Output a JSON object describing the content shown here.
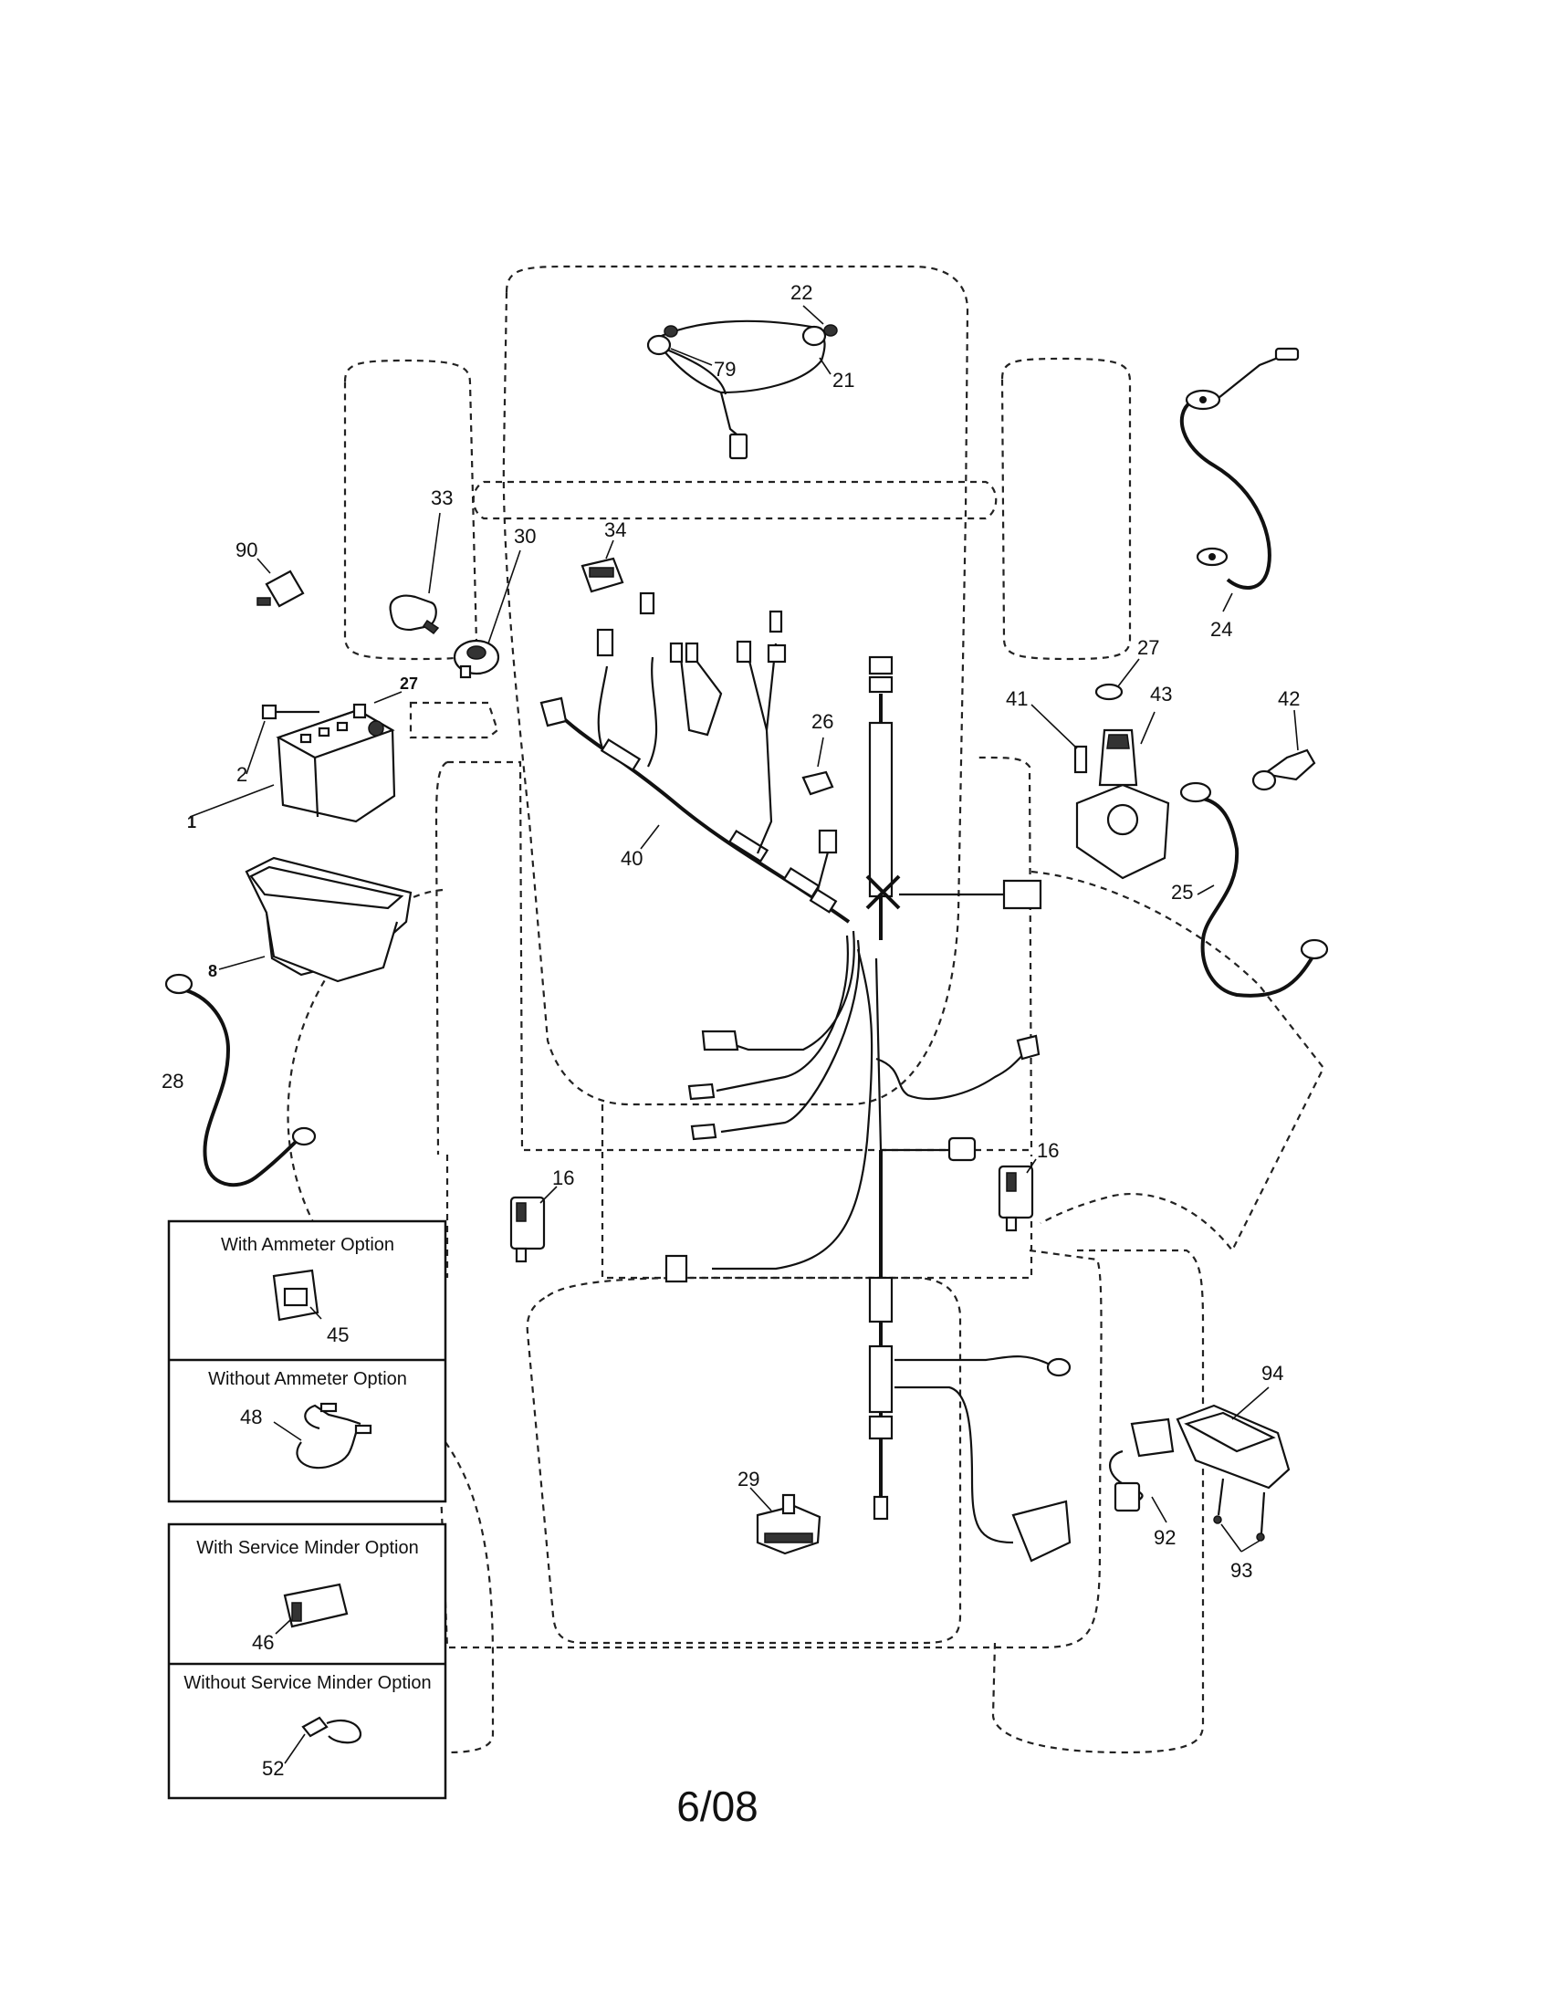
{
  "callouts": {
    "p22": "22",
    "p79": "79",
    "p21": "21",
    "p33": "33",
    "p30": "30",
    "p34": "34",
    "p90": "90",
    "p27a": "27",
    "p2": "2",
    "p1": "1",
    "p24": "24",
    "p27b": "27",
    "p43": "43",
    "p41": "41",
    "p42": "42",
    "p26": "26",
    "p40": "40",
    "p25": "25",
    "p8": "8",
    "p28": "28",
    "p16a": "16",
    "p16b": "16",
    "p94": "94",
    "p92": "92",
    "p93": "93",
    "p29": "29",
    "p45": "45",
    "p48": "48",
    "p46": "46",
    "p52": "52"
  },
  "options": {
    "ammeter_with": "With Ammeter Option",
    "ammeter_without": "Without Ammeter Option",
    "service_with": "With Service Minder Option",
    "service_without": "Without Service Minder Option"
  },
  "footer": "6/08"
}
